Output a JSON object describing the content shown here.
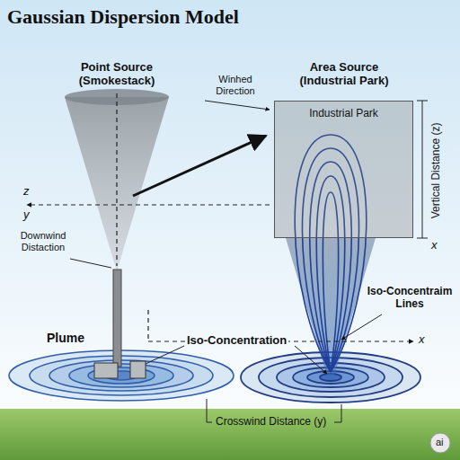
{
  "diagram": {
    "title": "Gaussian Dispersion Model",
    "nodes": [
      {
        "text": [
          "Industrial Park"
        ]
      }
    ],
    "labels": [
      "Point Source (Smokestack)",
      "Area Source (Industrial Park)",
      "Winhed Direction",
      "z",
      "y",
      "Downwind Distaction",
      "Plume",
      "Iso-Concentration",
      "x",
      "Iso-Concentraim Lines",
      "Vertical Distance (z)",
      "x",
      "Crosswind Distance (y)",
      "ai"
    ]
  }
}
